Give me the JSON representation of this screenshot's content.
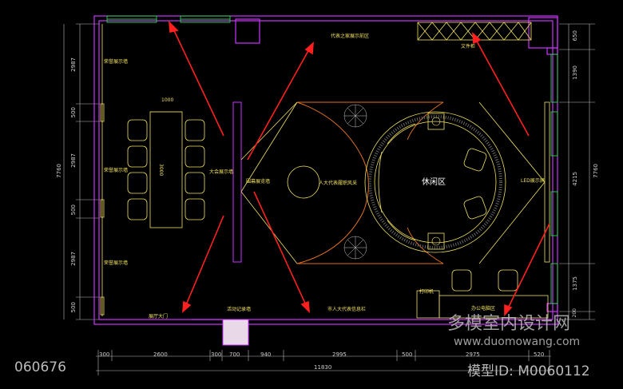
{
  "plan": {
    "labels": {
      "wall_top": "代表之家展示前区",
      "cabinet": "文件柜",
      "display_left_1": "荣誉展示墙",
      "display_left_2": "荣誉展示墙",
      "display_left_3": "荣誉展示墙",
      "table_width": "1000",
      "table_length": "3000",
      "wall_divider": "大会展示墙",
      "screen_wall": "围幕展览墙",
      "center": "人大代表履职风采",
      "lounge": "休闲区",
      "right_wall": "LED展示屏",
      "printer": "打印机",
      "office": "办公电脑区",
      "main_door": "展厅大门",
      "activity_wall": "活动记录墙",
      "rep_wall": "市人大代表信息栏"
    },
    "dims_bottom": [
      "300",
      "2600",
      "300",
      "700",
      "940",
      "2995",
      "500",
      "2975",
      "520"
    ],
    "dims_total": "11830",
    "dims_left": [
      "2987",
      "500",
      "2987",
      "500",
      "2987",
      "500"
    ],
    "dims_left_total": "7760",
    "dims_right": [
      "650",
      "1390",
      "4215",
      "1375",
      "200"
    ],
    "dims_right_total": "7760"
  },
  "watermark": {
    "code": "060676",
    "brand": "多模室内设计网",
    "url": "www.duomowang.com",
    "model": "模型ID: M0060112"
  },
  "colors": {
    "wall": "#cc33ff",
    "line": "#f0e060",
    "arrow": "#ff2020",
    "orange": "#e07020",
    "green": "#22cc44",
    "dim": "#c0c0c0"
  }
}
